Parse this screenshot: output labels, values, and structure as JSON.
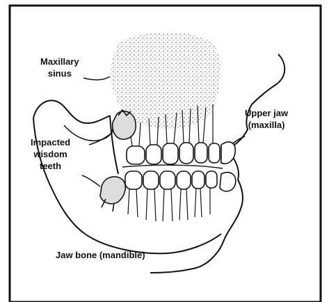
{
  "labels": {
    "maxillary_sinus": {
      "line1": "Maxillary",
      "line2": "sinus"
    },
    "upper_jaw": {
      "line1": "Upper jaw",
      "line2": "(maxilla)"
    },
    "impacted": {
      "line1": "Impacted",
      "line2": "wisdom",
      "line3": "teeth"
    },
    "mandible": "Jaw bone (mandible)"
  }
}
